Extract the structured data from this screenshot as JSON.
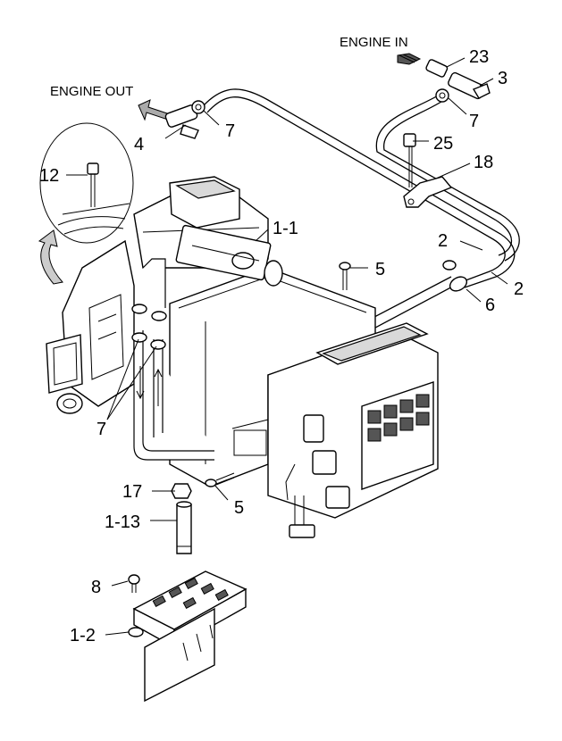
{
  "captions": {
    "engine_in": "ENGINE IN",
    "engine_out": "ENGINE OUT"
  },
  "callouts": {
    "p23": "23",
    "p3": "3",
    "p7a": "7",
    "p4": "4",
    "p7b": "7",
    "p25": "25",
    "p18": "18",
    "p12": "12",
    "p1_1": "1-1",
    "p2a": "2",
    "p5a": "5",
    "p2b": "2",
    "p6": "6",
    "p7c": "7",
    "p17": "17",
    "p5b": "5",
    "p1_13": "1-13",
    "p8": "8",
    "p1_2": "1-2"
  }
}
